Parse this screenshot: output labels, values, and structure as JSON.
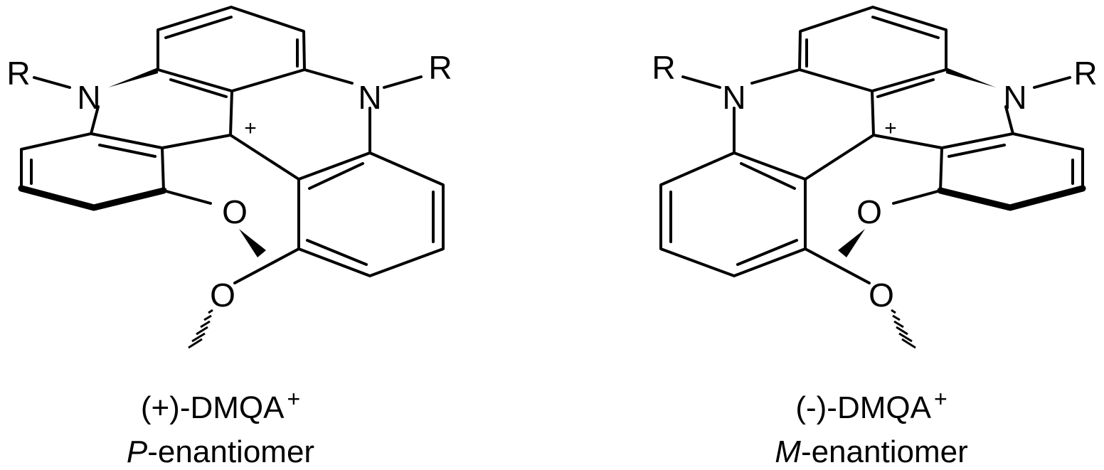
{
  "colors": {
    "ink": "#000000",
    "background": "#ffffff"
  },
  "molecules": [
    {
      "atoms": {
        "r_left": "R",
        "r_right": "R",
        "n_left": "N",
        "n_right": "N",
        "o_upper": "O",
        "o_lower": "O",
        "charge": "+"
      },
      "caption": {
        "name": "(+)-DMQA",
        "superscript": "+",
        "descriptor": "P",
        "suffix": "-enantiomer"
      }
    },
    {
      "atoms": {
        "r_left": "R",
        "r_right": "R",
        "n_left": "N",
        "n_right": "N",
        "o_upper": "O",
        "o_lower": "O",
        "charge": "+"
      },
      "caption": {
        "name": "(-)-DMQA",
        "superscript": "+",
        "descriptor": "M",
        "suffix": "-enantiomer"
      }
    }
  ]
}
